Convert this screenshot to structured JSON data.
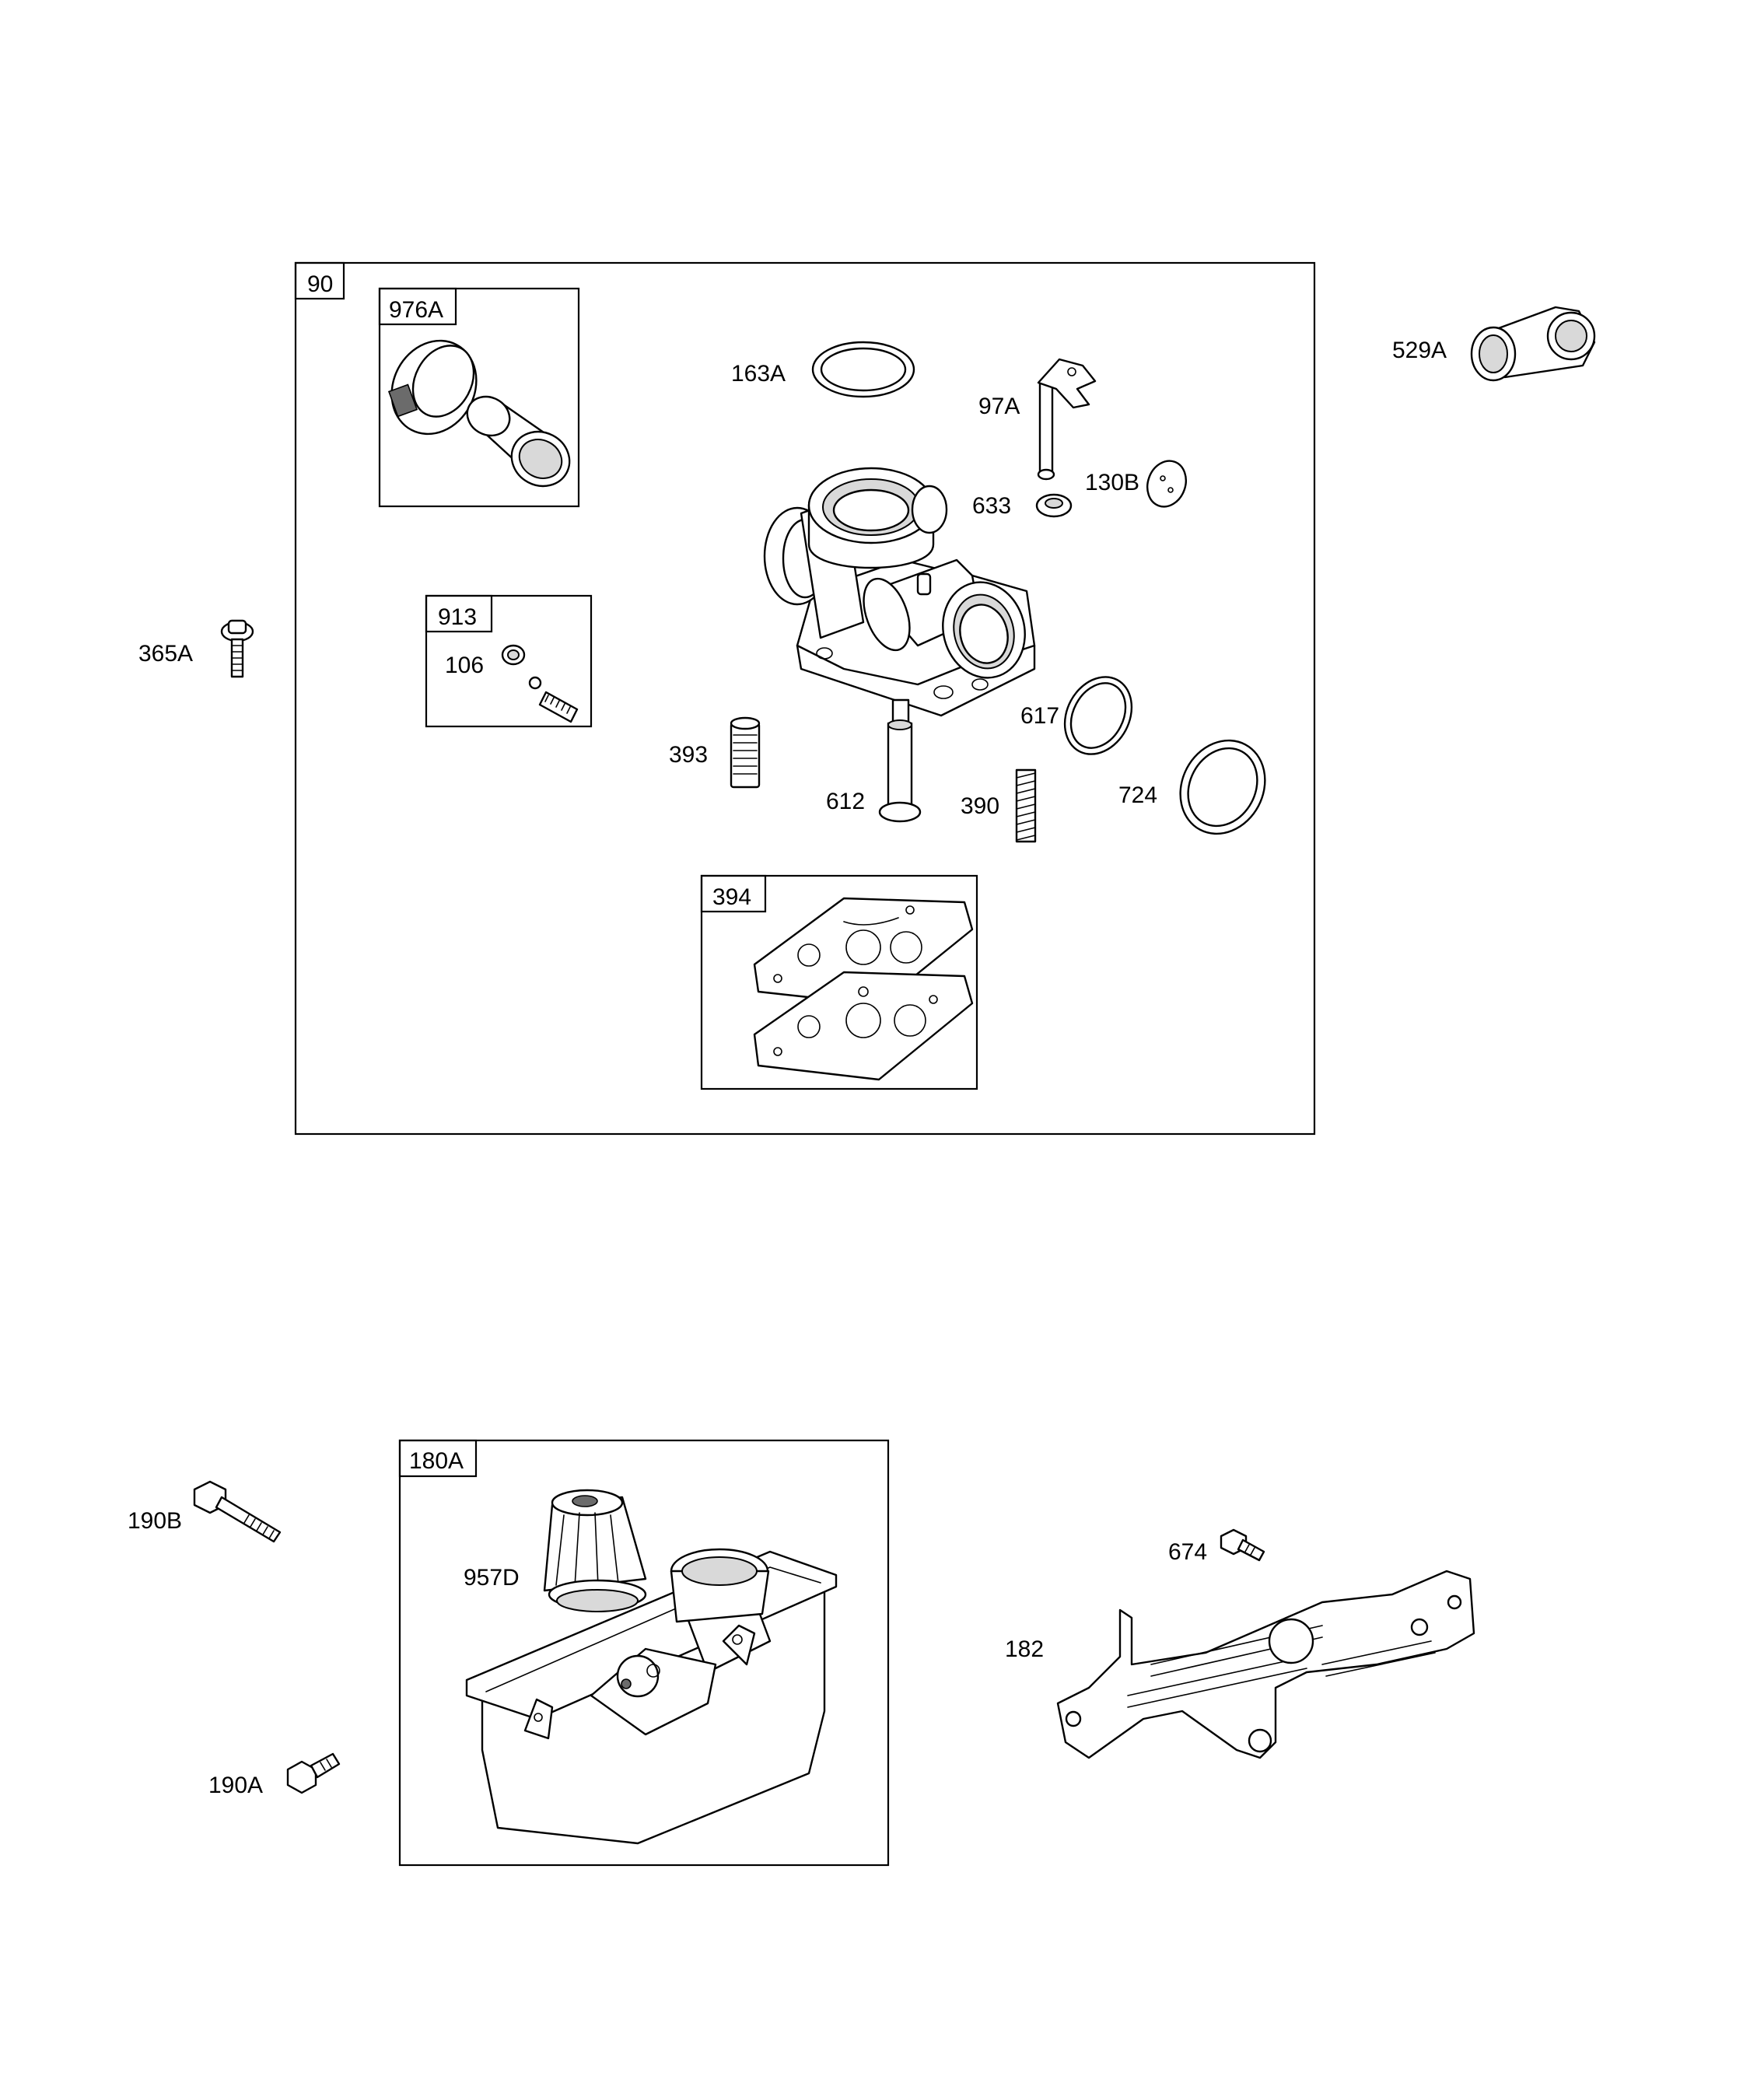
{
  "assemblies": {
    "carburetor": "90",
    "float_kit": "976A",
    "needle_kit": "913",
    "gasket_set": "394",
    "fuel_tank": "180A"
  },
  "parts": {
    "p163A": "163A",
    "p97A": "97A",
    "p633": "633",
    "p130B": "130B",
    "p529A": "529A",
    "p365A": "365A",
    "p106": "106",
    "p393": "393",
    "p612": "612",
    "p390": "390",
    "p617": "617",
    "p724": "724",
    "p190B": "190B",
    "p957D": "957D",
    "p190A": "190A",
    "p674": "674",
    "p182": "182"
  }
}
